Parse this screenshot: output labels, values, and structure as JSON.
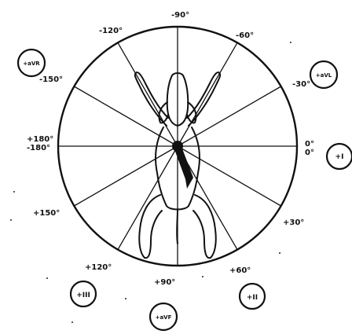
{
  "figure": {
    "angle_labels": {
      "top": "-90°",
      "upper_left": "-120°",
      "upper_right": "-60°",
      "left_upper": "-150°",
      "right_upper": "-30°",
      "right_zero_top": "0°",
      "right_zero_bottom": "0°",
      "left_180_top": "+180°",
      "left_180_bottom": "-180°",
      "left_lower": "+150°",
      "right_lower": "+30°",
      "lower_left": "+120°",
      "bottom": "+90°",
      "lower_right": "+60°"
    },
    "leads": {
      "avr": "+aVR",
      "avl": "+aVL",
      "lead1": "+I",
      "lead2": "+II",
      "avf": "+aVF",
      "lead3": "+III"
    },
    "colors": {
      "ink": "#111111",
      "background": "#ffffff"
    }
  }
}
